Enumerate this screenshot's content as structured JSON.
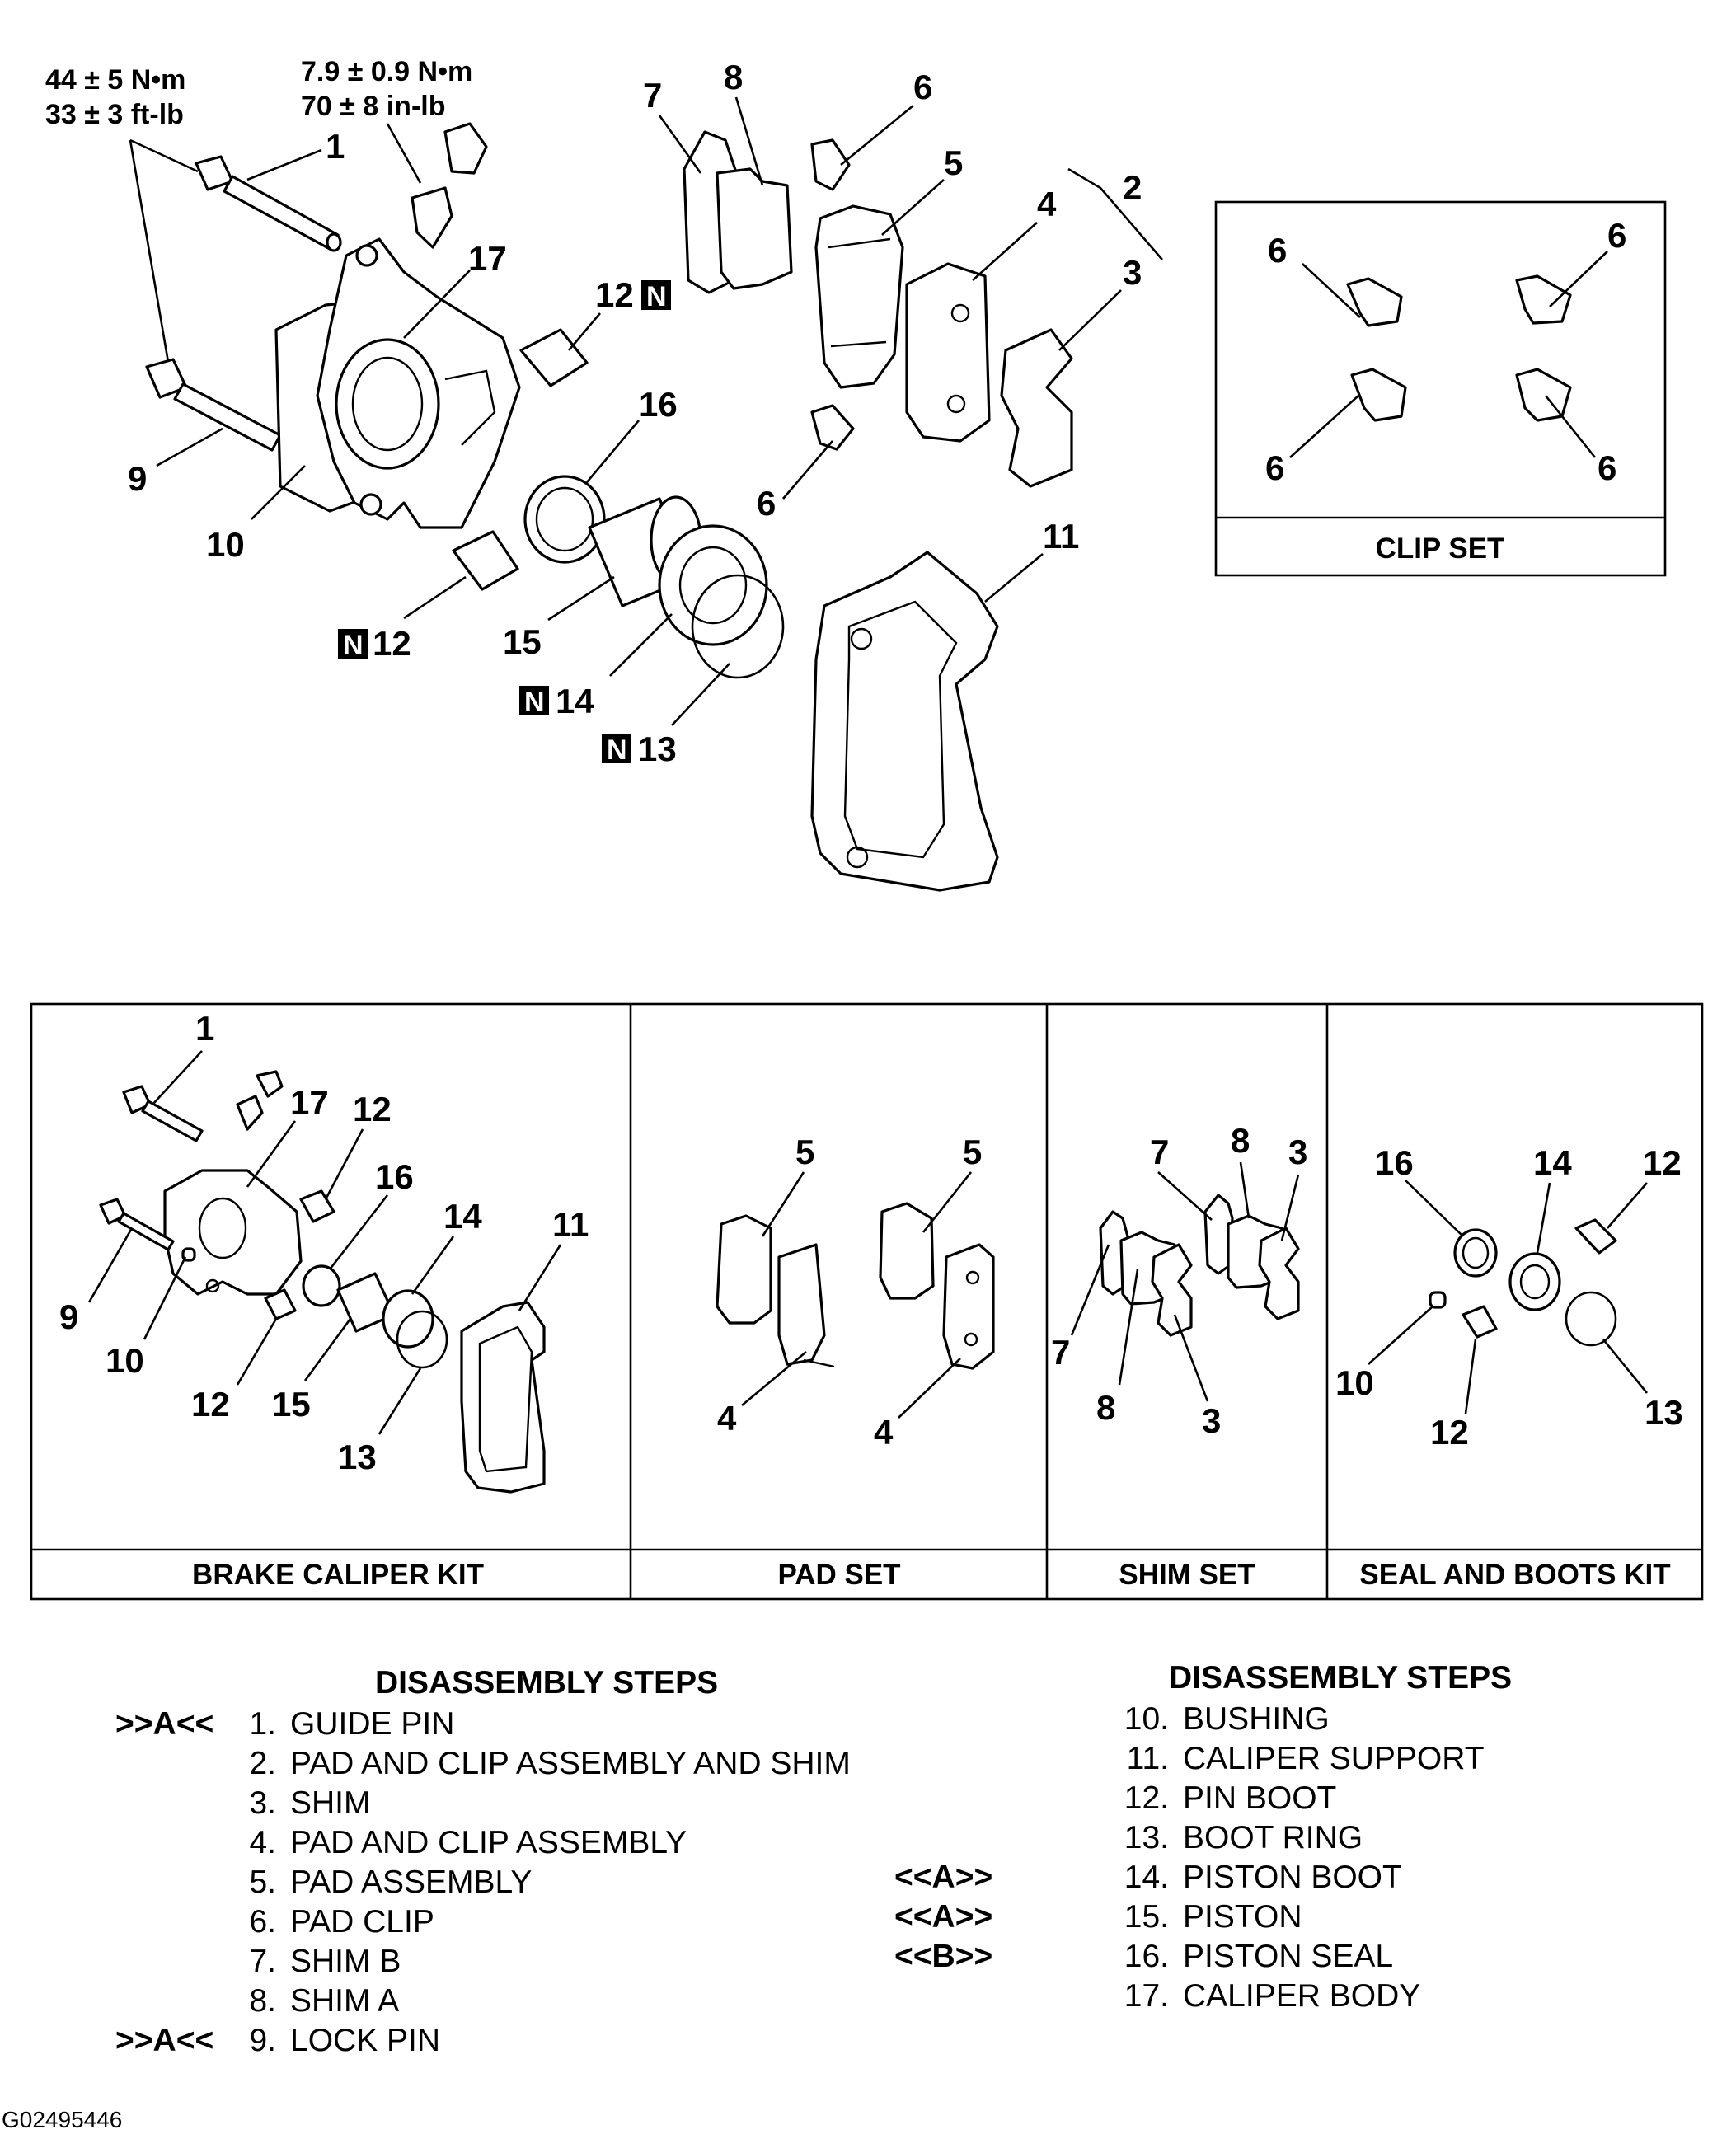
{
  "torques": {
    "guide_pin_nm": "44 ± 5 N•m",
    "guide_pin_ftlb": "33 ± 3 ft-lb",
    "bleeder_nm": "7.9 ± 0.9 N•m",
    "bleeder_inlb": "70 ± 8 in-lb"
  },
  "new_part_marker": "N",
  "main_labels": {
    "l1": "1",
    "l2": "2",
    "l3": "3",
    "l4": "4",
    "l5": "5",
    "l6a": "6",
    "l6b": "6",
    "l7": "7",
    "l8": "8",
    "l9": "9",
    "l10": "10",
    "l11": "11",
    "l12a": "12",
    "l12b": "12",
    "l13": "13",
    "l14": "14",
    "l15": "15",
    "l16": "16",
    "l17": "17"
  },
  "clip_set": {
    "caption": "CLIP SET",
    "labels": [
      "6",
      "6",
      "6",
      "6"
    ]
  },
  "kits": [
    {
      "caption": "BRAKE CALIPER KIT",
      "labels": [
        "1",
        "17",
        "12",
        "16",
        "14",
        "11",
        "9",
        "10",
        "12",
        "15",
        "13"
      ]
    },
    {
      "caption": "PAD SET",
      "labels": [
        "5",
        "5",
        "4",
        "4"
      ]
    },
    {
      "caption": "SHIM SET",
      "labels": [
        "7",
        "8",
        "3",
        "7",
        "8",
        "3"
      ]
    },
    {
      "caption": "SEAL AND BOOTS KIT",
      "labels": [
        "16",
        "14",
        "12",
        "10",
        "12",
        "13"
      ]
    }
  ],
  "steps_left": {
    "heading": "DISASSEMBLY STEPS",
    "items": [
      {
        "mark": ">>A<<",
        "num": "1.",
        "text": "GUIDE PIN"
      },
      {
        "mark": "",
        "num": "2.",
        "text": "PAD AND CLIP ASSEMBLY AND SHIM"
      },
      {
        "mark": "",
        "num": "3.",
        "text": "SHIM"
      },
      {
        "mark": "",
        "num": "4.",
        "text": "PAD AND CLIP ASSEMBLY"
      },
      {
        "mark": "",
        "num": "5.",
        "text": "PAD ASSEMBLY"
      },
      {
        "mark": "",
        "num": "6.",
        "text": "PAD CLIP"
      },
      {
        "mark": "",
        "num": "7.",
        "text": "SHIM B"
      },
      {
        "mark": "",
        "num": "8.",
        "text": "SHIM A"
      },
      {
        "mark": ">>A<<",
        "num": "9.",
        "text": "LOCK PIN"
      }
    ]
  },
  "steps_right": {
    "heading": "DISASSEMBLY STEPS",
    "items": [
      {
        "mark": "",
        "num": "10.",
        "text": "BUSHING"
      },
      {
        "mark": "",
        "num": "11.",
        "text": "CALIPER SUPPORT"
      },
      {
        "mark": "",
        "num": "12.",
        "text": "PIN BOOT"
      },
      {
        "mark": "",
        "num": "13.",
        "text": "BOOT RING"
      },
      {
        "mark": "<<A>>",
        "num": "14.",
        "text": "PISTON BOOT"
      },
      {
        "mark": "<<A>>",
        "num": "15.",
        "text": "PISTON"
      },
      {
        "mark": "<<B>>",
        "num": "16.",
        "text": "PISTON SEAL"
      },
      {
        "mark": "",
        "num": "17.",
        "text": "CALIPER BODY"
      }
    ]
  },
  "figure_id": "G02495446"
}
